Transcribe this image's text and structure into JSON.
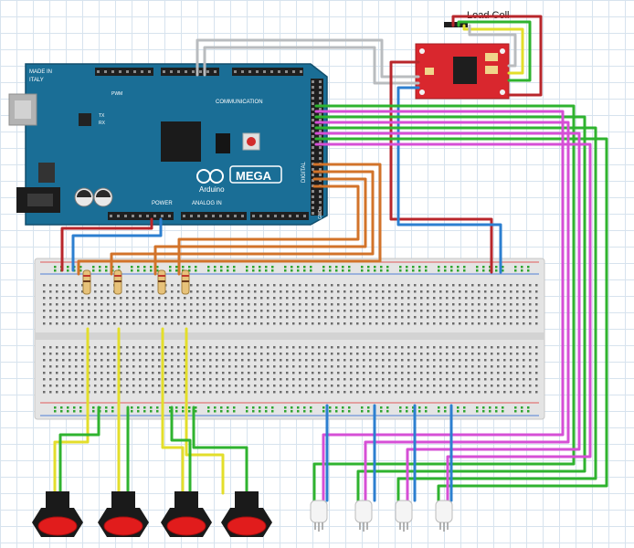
{
  "labels": {
    "load_cell": "Load Cell",
    "made_in": "MADE IN",
    "italy": "ITALY",
    "pwm": "PWM",
    "tx": "TX",
    "rx": "RX",
    "communication": "COMMUNICATION",
    "arduino": "Arduino",
    "mega": "MEGA",
    "power": "POWER",
    "analog_in": "ANALOG IN",
    "digital": "DIGITAL",
    "gnd": "GND"
  },
  "colors": {
    "background": "#ffffff",
    "grid": "#d7e3ee",
    "board": "#1a6e96",
    "board_edge": "#124f6d",
    "hx711": "#d9272e",
    "wire_red": "#b8262b",
    "wire_blue": "#2c7fd0",
    "wire_green": "#2fb32f",
    "wire_magenta": "#d64fd6",
    "wire_orange": "#d2732a",
    "wire_yellow": "#e3de2b",
    "wire_gray": "#b9bcbf",
    "button_cap": "#e11c1c"
  },
  "components": {
    "microcontroller": "Arduino MEGA",
    "load_cell_amplifier": "HX711 module",
    "breadboard": "full-size breadboard",
    "resistors": 4,
    "push_buttons": 4,
    "leds": 4
  }
}
